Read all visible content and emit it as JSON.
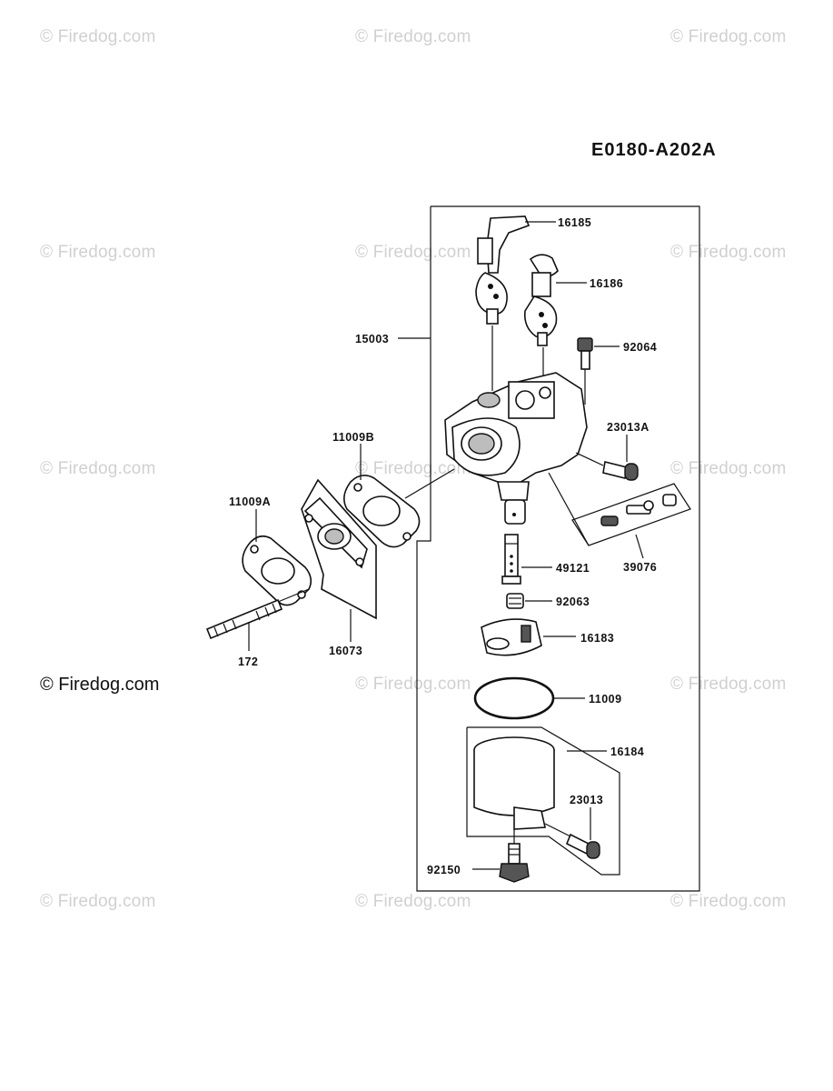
{
  "diagram_code": "E0180-A202A",
  "watermarks": [
    "© Firedog.com",
    "© Firedog.com",
    "© Firedog.com",
    "© Firedog.com",
    "© Firedog.com",
    "© Firedog.com",
    "© Firedog.com",
    "© Firedog.com",
    "© Firedog.com",
    "© Firedog.com",
    "© Firedog.com",
    "© Firedog.com",
    "© Firedog.com",
    "© Firedog.com"
  ],
  "watermark_main": "© Firedog.com",
  "parts": {
    "p16185": "16185",
    "p16186": "16186",
    "p15003": "15003",
    "p92064": "92064",
    "p11009B": "11009B",
    "p23013A": "23013A",
    "p11009A": "11009A",
    "p49121": "49121",
    "p39076": "39076",
    "p92063": "92063",
    "p16183": "16183",
    "p172": "172",
    "p16073": "16073",
    "p11009": "11009",
    "p16184": "16184",
    "p23013": "23013",
    "p92150": "92150"
  }
}
